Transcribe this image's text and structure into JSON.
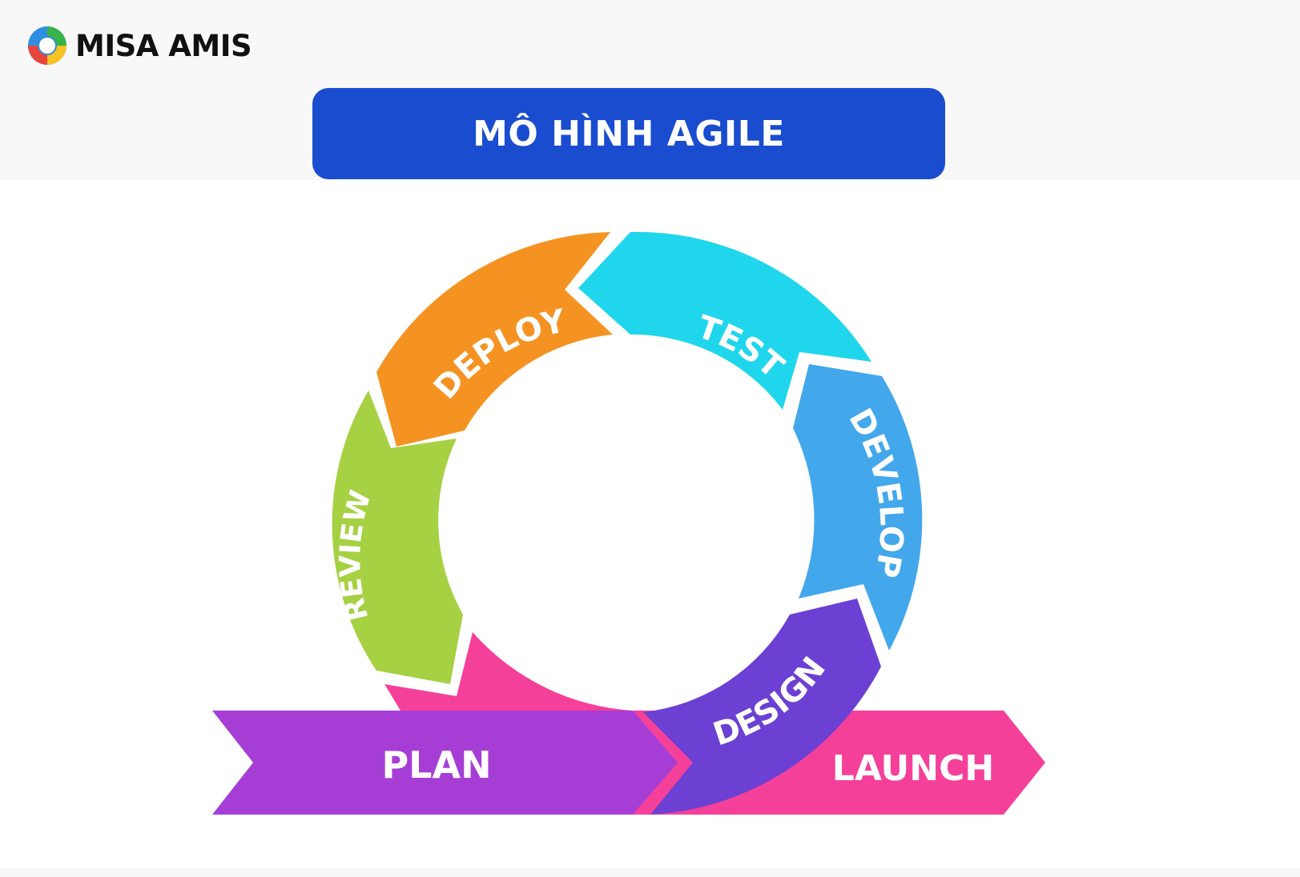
{
  "brand": {
    "name": "MISA AMIS"
  },
  "title": "MÔ HÌNH AGILE",
  "stages": {
    "plan": "PLAN",
    "design": "DESIGN",
    "develop": "DEVELOP",
    "test": "TEST",
    "deploy": "DEPLOY",
    "review": "REVIEW",
    "launch": "LAUNCH"
  },
  "colors": {
    "title_bg": "#1a4ccf",
    "plan": "#a63ed6",
    "design": "#6b40d2",
    "develop": "#43a7ec",
    "test": "#20d6ec",
    "deploy": "#f59322",
    "review": "#a6d143",
    "launch": "#f5409a"
  }
}
